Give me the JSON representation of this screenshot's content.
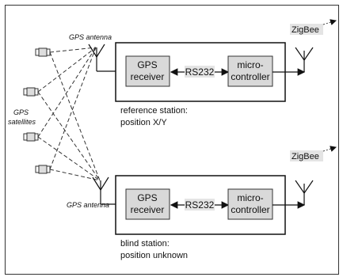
{
  "diagram": {
    "satellites_label_line1": "GPS",
    "satellites_label_line2": "satellites",
    "top": {
      "antenna_label": "GPS antenna",
      "gps_receiver_line1": "GPS",
      "gps_receiver_line2": "receiver",
      "link_label": "RS232",
      "controller_line1": "micro-",
      "controller_line2": "controller",
      "radio_label": "ZigBee",
      "caption_line1": "reference station:",
      "caption_line2": "position X/Y"
    },
    "bottom": {
      "antenna_label": "GPS antenna",
      "gps_receiver_line1": "GPS",
      "gps_receiver_line2": "receiver",
      "link_label": "RS232",
      "controller_line1": "micro-",
      "controller_line2": "controller",
      "radio_label": "ZigBee",
      "caption_line1": "blind station:",
      "caption_line2": "position unknown"
    },
    "colors": {
      "box_fill": "#d9d9d9",
      "line": "#222222",
      "highlight": "#e4e4e4"
    }
  }
}
